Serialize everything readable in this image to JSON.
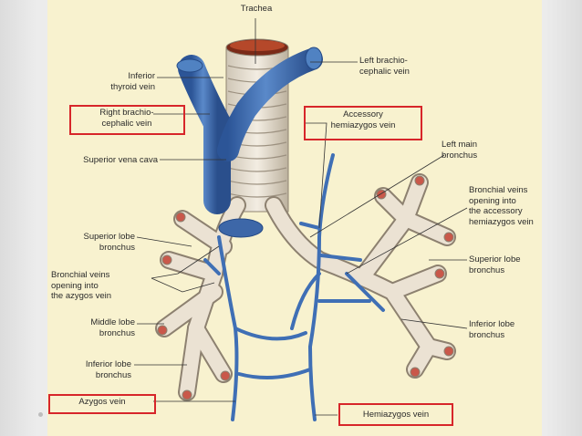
{
  "labels": {
    "trachea": "Trachea",
    "left_brachiocephalic": "Left brachio-\ncephalic vein",
    "inferior_thyroid": "Inferior\nthyroid vein",
    "right_brachiocephalic": "Right brachio-\ncephalic vein",
    "accessory_hemiazygos": "Accessory\nhemiazygos vein",
    "left_main_bronchus": "Left main\nbronchus",
    "superior_vena_cava": "Superior vena cava",
    "bronchial_veins_accessory": "Bronchial veins\nopening into\nthe accessory\nhemiazygos vein",
    "superior_lobe_left": "Superior lobe\nbronchus",
    "superior_lobe_right": "Superior lobe\nbronchus",
    "bronchial_veins_azygos": "Bronchial veins\nopening into\nthe azygos vein",
    "middle_lobe": "Middle lobe\nbronchus",
    "inferior_lobe_right": "Inferior lobe\nbronchus",
    "inferior_lobe_left": "Inferior lobe\nbronchus",
    "azygos": "Azygos vein",
    "hemiazygos": "Hemiazygos vein"
  },
  "colors": {
    "highlight_box": "#d7262a",
    "vein": "#3f6fb5",
    "bronchus": "#e9dfcf",
    "background": "#f8f2cf"
  }
}
